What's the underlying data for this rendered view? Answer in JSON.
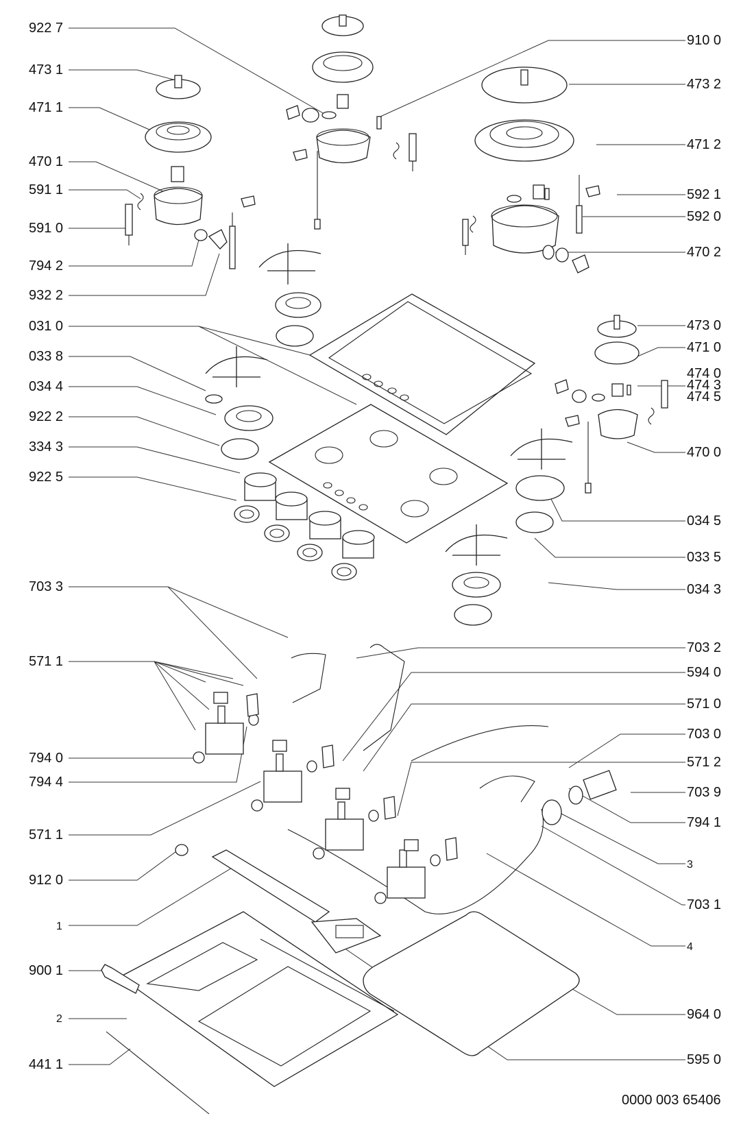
{
  "diagram": {
    "type": "exploded-parts-diagram",
    "subject": "Gas hob exploded view",
    "document_number": "0000 003 65406",
    "labels_left": [
      {
        "id": "l-922-7",
        "text": "922 7"
      },
      {
        "id": "l-473-1",
        "text": "473 1"
      },
      {
        "id": "l-471-1",
        "text": "471 1"
      },
      {
        "id": "l-470-1",
        "text": "470 1"
      },
      {
        "id": "l-591-1",
        "text": "591 1"
      },
      {
        "id": "l-591-0",
        "text": "591 0"
      },
      {
        "id": "l-794-2",
        "text": "794 2"
      },
      {
        "id": "l-932-2",
        "text": "932 2"
      },
      {
        "id": "l-031-0",
        "text": "031 0"
      },
      {
        "id": "l-033-8",
        "text": "033 8"
      },
      {
        "id": "l-034-4",
        "text": "034 4"
      },
      {
        "id": "l-922-2",
        "text": "922 2"
      },
      {
        "id": "l-334-3",
        "text": "334 3"
      },
      {
        "id": "l-922-5",
        "text": "922 5"
      },
      {
        "id": "l-703-3",
        "text": "703 3"
      },
      {
        "id": "l-571-1a",
        "text": "571 1"
      },
      {
        "id": "l-794-0",
        "text": "794 0"
      },
      {
        "id": "l-794-4",
        "text": "794 4"
      },
      {
        "id": "l-571-1b",
        "text": "571 1"
      },
      {
        "id": "l-912-0",
        "text": "912 0"
      },
      {
        "id": "l-1",
        "text": "1"
      },
      {
        "id": "l-900-1",
        "text": "900 1"
      },
      {
        "id": "l-2",
        "text": "2"
      },
      {
        "id": "l-441-1",
        "text": "441 1"
      }
    ],
    "labels_right": [
      {
        "id": "r-910-0",
        "text": "910 0"
      },
      {
        "id": "r-473-2",
        "text": "473 2"
      },
      {
        "id": "r-471-2",
        "text": "471 2"
      },
      {
        "id": "r-592-1",
        "text": "592 1"
      },
      {
        "id": "r-592-0",
        "text": "592 0"
      },
      {
        "id": "r-470-2",
        "text": "470 2"
      },
      {
        "id": "r-473-0",
        "text": "473 0"
      },
      {
        "id": "r-471-0",
        "text": "471 0"
      },
      {
        "id": "r-474-0",
        "text": "474 0"
      },
      {
        "id": "r-474-3",
        "text": "474 3"
      },
      {
        "id": "r-474-5",
        "text": "474 5"
      },
      {
        "id": "r-470-0",
        "text": "470 0"
      },
      {
        "id": "r-034-5",
        "text": "034 5"
      },
      {
        "id": "r-033-5",
        "text": "033 5"
      },
      {
        "id": "r-034-3",
        "text": "034 3"
      },
      {
        "id": "r-703-2",
        "text": "703 2"
      },
      {
        "id": "r-594-0",
        "text": "594 0"
      },
      {
        "id": "r-571-0",
        "text": "571 0"
      },
      {
        "id": "r-703-0",
        "text": "703 0"
      },
      {
        "id": "r-571-2",
        "text": "571 2"
      },
      {
        "id": "r-703-9",
        "text": "703 9"
      },
      {
        "id": "r-794-1",
        "text": "794 1"
      },
      {
        "id": "r-3",
        "text": "3"
      },
      {
        "id": "r-703-1",
        "text": "703 1"
      },
      {
        "id": "r-4",
        "text": "4"
      },
      {
        "id": "r-964-0",
        "text": "964 0"
      },
      {
        "id": "r-595-0",
        "text": "595 0"
      }
    ]
  }
}
